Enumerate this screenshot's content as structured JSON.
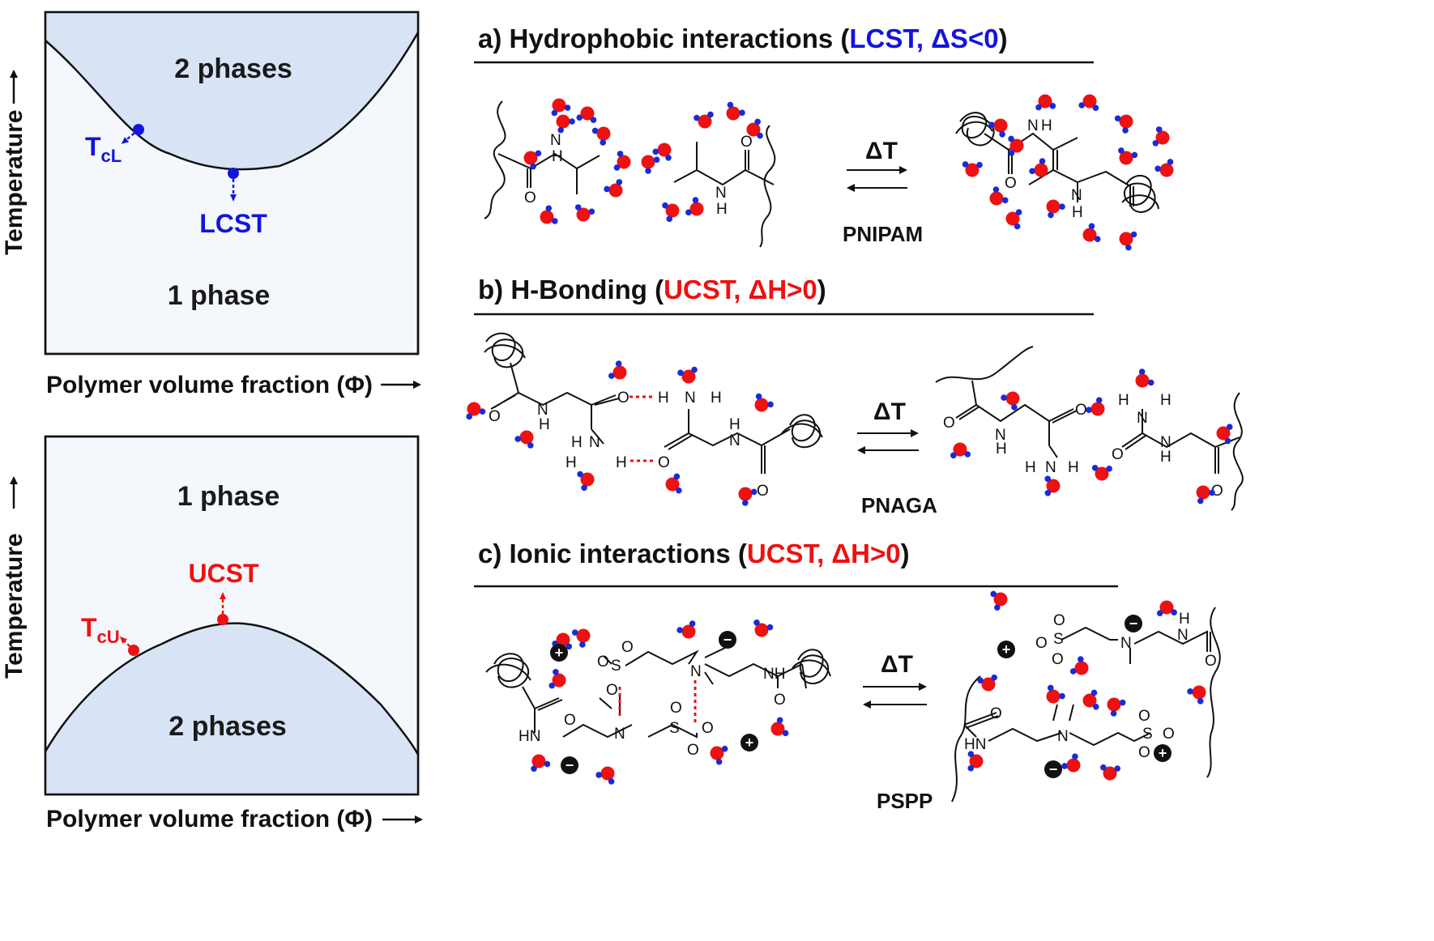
{
  "colors": {
    "phase_fill": "#d8e4f6",
    "lcst": "#1414dd",
    "ucst": "#ee1111",
    "water_o": "#ee1111",
    "water_h": "#1a2bd6"
  },
  "diagram_top": {
    "two_phases": "2 phases",
    "one_phase": "1 phase",
    "tc": "T",
    "tc_sub": "cL",
    "critical": "LCST",
    "y_axis": "Temperature",
    "x_axis": "Polymer volume fraction (Φ)"
  },
  "diagram_bottom": {
    "two_phases": "2 phases",
    "one_phase": "1 phase",
    "tc": "T",
    "tc_sub": "cU",
    "critical": "UCST",
    "y_axis": "Temperature",
    "x_axis": "Polymer volume fraction (Φ)"
  },
  "section_a": {
    "title": "a) Hydrophobic interactions (",
    "condition": "LCST, ΔS<0",
    "close": ")",
    "arrow_label": "ΔT",
    "polymer": "PNIPAM"
  },
  "section_b": {
    "title": "b) H-Bonding (",
    "condition": "UCST, ΔH>0",
    "close": ")",
    "arrow_label": "ΔT",
    "polymer": "PNAGA"
  },
  "section_c": {
    "title": "c) Ionic interactions (",
    "condition": "UCST, ΔH>0",
    "close": ")",
    "arrow_label": "ΔT",
    "polymer": "PSPP"
  },
  "atoms": {
    "N": "N",
    "H": "H",
    "O": "O",
    "S": "S",
    "NH": "NH",
    "HN": "HN",
    "plus": "+",
    "minus": "−"
  }
}
